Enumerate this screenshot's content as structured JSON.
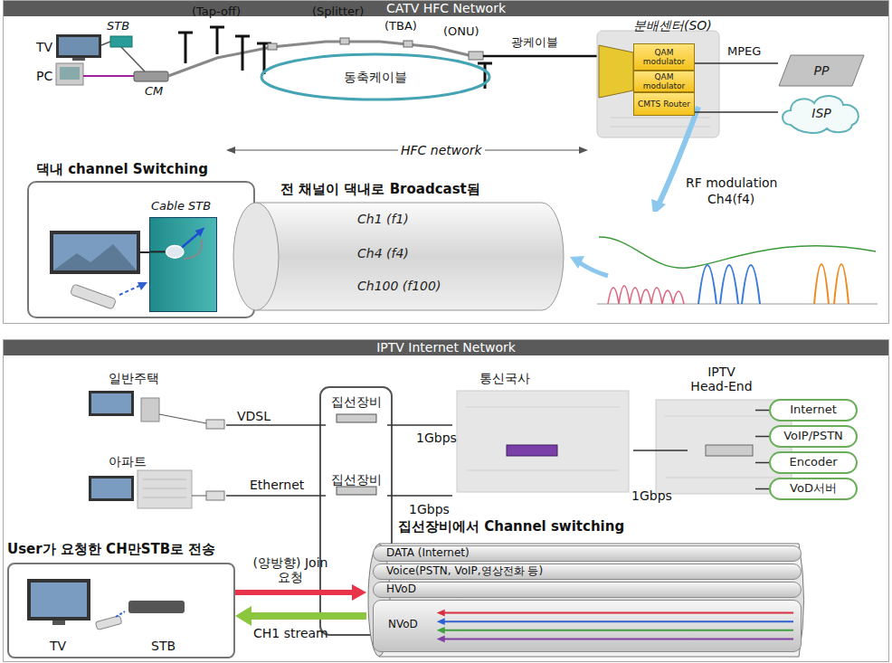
{
  "diagram": {
    "nodes": [
      {
        "text": [
          "CATV HFC Network"
        ]
      },
      {
        "text": [
          "동축케이블"
        ],
        "in": 0
      },
      {
        "text": [
          "분배센터(SO)"
        ],
        "in": 0
      },
      {
        "text": [
          "QAM modulator"
        ],
        "in": 2
      },
      {
        "text": [
          "QAM modulator"
        ],
        "in": 2
      },
      {
        "text": [
          "CMTS Router"
        ],
        "in": 2
      },
      {
        "text": [
          "PP"
        ],
        "in": 0
      },
      {
        "text": [
          "ISP"
        ],
        "in": 0
      },
      {
        "text": [
          "댁내 channel Switching"
        ],
        "in": 0
      },
      {
        "text": [
          "Cable STB"
        ],
        "in": 8
      },
      {
        "text": [
          "전 채널이 댁내로 Broadcast됨",
          "Ch1 (f1)",
          "Ch4 (f4)",
          "Ch100 (f100)"
        ],
        "in": 0
      },
      {
        "text": [
          "IPTV Internet Network"
        ]
      },
      {
        "text": [
          "일반주택"
        ],
        "in": 11
      },
      {
        "text": [
          "아파트"
        ],
        "in": 11
      },
      {
        "text": [
          "집선장비"
        ],
        "in": 11
      },
      {
        "text": [
          "집선장비"
        ],
        "in": 11
      },
      {
        "text": [
          "통신국사"
        ],
        "in": 11
      },
      {
        "text": [
          "IPTV Head-End"
        ],
        "in": 11
      },
      {
        "text": [
          "Internet"
        ],
        "in": 11
      },
      {
        "text": [
          "VoIP/PSTN"
        ],
        "in": 11
      },
      {
        "text": [
          "Encoder"
        ],
        "in": 11
      },
      {
        "text": [
          "VoD서버"
        ],
        "in": 11
      },
      {
        "text": [
          "User가 요청한 CH만STB로 전송",
          "TV",
          "STB"
        ],
        "in": 11
      },
      {
        "text": [
          "집선장비에서 Channel switching"
        ],
        "in": 11
      },
      {
        "text": [
          "DATA (Internet)"
        ],
        "in": 23
      },
      {
        "text": [
          "Voice(PSTN, VoIP,영상전화 등)"
        ],
        "in": 23
      },
      {
        "text": [
          "HVoD"
        ],
        "in": 23
      },
      {
        "text": [
          "NVoD"
        ],
        "in": 23
      }
    ],
    "edges": [
      {
        "from": 3,
        "to": 6,
        "arrow": "none",
        "label": "MPEG"
      },
      {
        "from": 5,
        "to": 7,
        "arrow": "none"
      },
      {
        "from": 12,
        "to": 14,
        "arrow": "none",
        "label": "VDSL"
      },
      {
        "from": 13,
        "to": 15,
        "arrow": "none",
        "label": "Ethernet"
      },
      {
        "from": 14,
        "to": 16,
        "arrow": "none",
        "label": "1Gbps"
      },
      {
        "from": 15,
        "to": 16,
        "arrow": "none",
        "label": "1Gbps"
      },
      {
        "from": 16,
        "to": 17,
        "arrow": "none",
        "label": "1Gbps"
      },
      {
        "from": 17,
        "to": 18,
        "arrow": "none"
      },
      {
        "from": 17,
        "to": 19,
        "arrow": "none"
      },
      {
        "from": 17,
        "to": 20,
        "arrow": "none"
      },
      {
        "from": 17,
        "to": 21,
        "arrow": "none"
      },
      {
        "from": 22,
        "to": 23,
        "arrow": "to",
        "label": "(양방향) Join 요청"
      },
      {
        "from": 23,
        "to": 22,
        "arrow": "to",
        "label": "CH1 stream"
      }
    ],
    "labels": [
      "TV",
      "STB",
      "PC",
      "CM",
      "(Tap-off)",
      "(Splitter)",
      "(TBA)",
      "(ONU)",
      "광케이블",
      "HFC network",
      "RF modulation",
      "Ch4(f4)"
    ]
  }
}
